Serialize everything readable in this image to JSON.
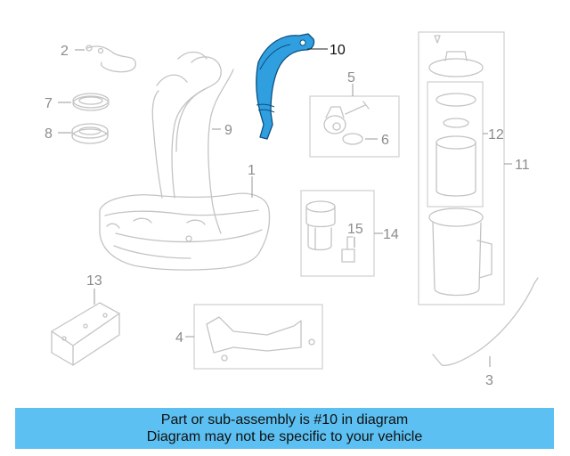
{
  "callouts": {
    "c1": "1",
    "c2": "2",
    "c3": "3",
    "c4": "4",
    "c5": "5",
    "c6": "6",
    "c7": "7",
    "c8": "8",
    "c9": "9",
    "c10": "10",
    "c11": "11",
    "c12": "12",
    "c13": "13",
    "c14": "14",
    "c15": "15"
  },
  "highlight_color": "#2f9fe0",
  "banner": {
    "line1": "Part or sub-assembly is #10 in diagram",
    "line2": "Diagram may not be specific to your vehicle",
    "color": "#5cc0f2"
  }
}
